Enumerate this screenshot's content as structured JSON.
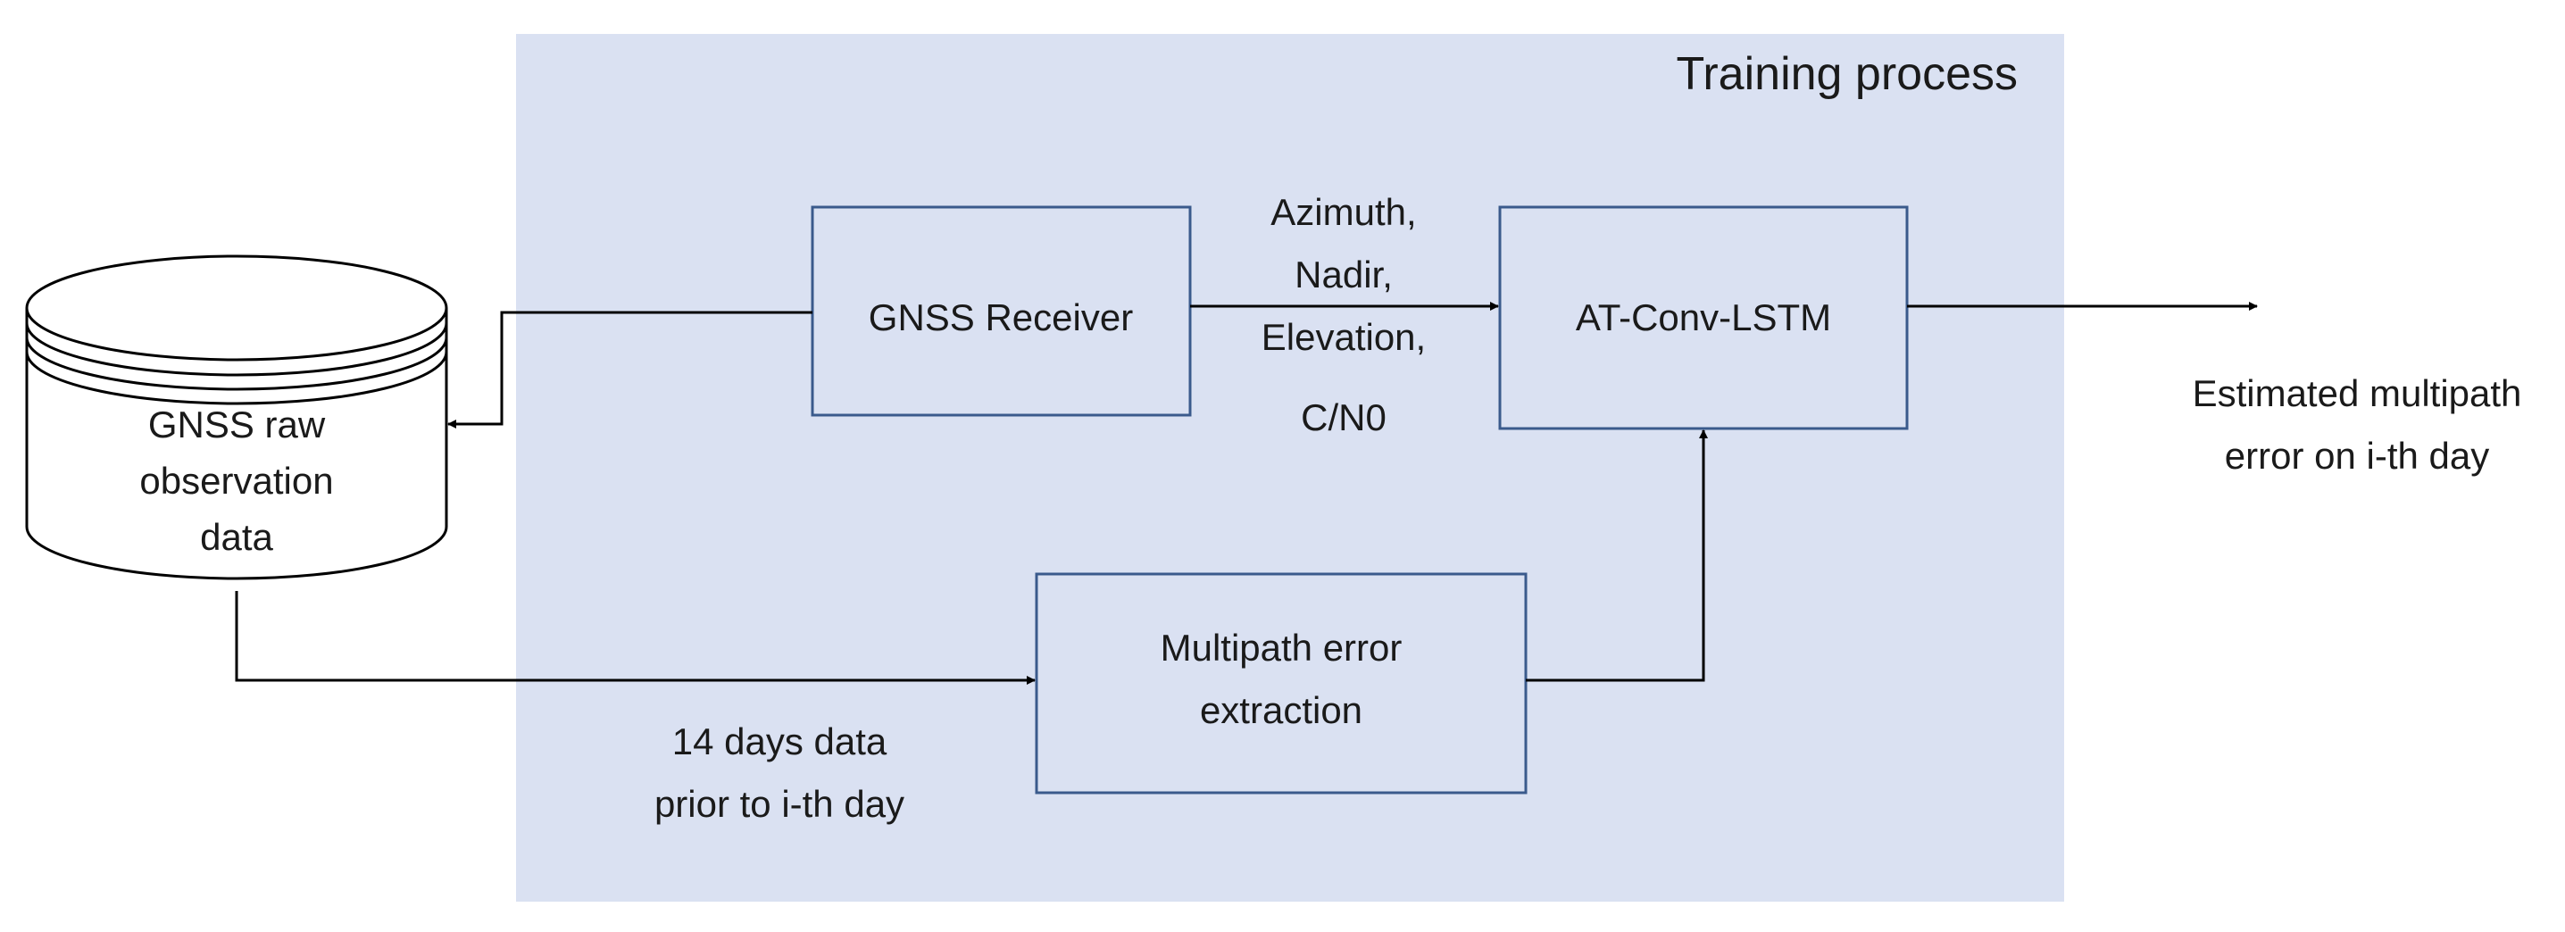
{
  "region": {
    "title": "Training process"
  },
  "nodes": {
    "database": {
      "lines": [
        "GNSS raw",
        "observation",
        "data"
      ]
    },
    "receiver": {
      "lines": [
        "GNSS Receiver"
      ]
    },
    "model": {
      "lines": [
        "AT-Conv-LSTM"
      ]
    },
    "extraction": {
      "lines": [
        "Multipath error",
        "extraction"
      ]
    }
  },
  "edge_labels": {
    "features": [
      "Azimuth,",
      "Nadir,",
      "Elevation,",
      "C/N0"
    ],
    "history": [
      "14 days data",
      "prior to i-th day"
    ],
    "output": [
      "Estimated multipath",
      "error on i-th day"
    ]
  },
  "colors": {
    "region_fill": "#dae1f2",
    "box_fill": "#dae1f2",
    "box_stroke": "#3a5a8c",
    "line": "#000000",
    "text": "#1a1a1a",
    "cylinder_fill": "#ffffff"
  }
}
